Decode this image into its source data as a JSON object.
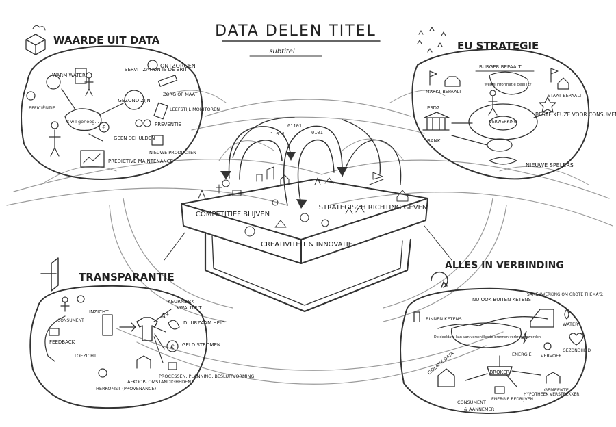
{
  "header": {
    "title": "DATA DELEN TITEL",
    "subtitle": "subtitel"
  },
  "center": {
    "labels": {
      "competitief": "COMPETITIEF BLIJVEN",
      "strategisch": "STRATEGISCH RICHTING GEVEN",
      "creativiteit": "CREATIVITEIT & INNOVATIE"
    }
  },
  "waarde": {
    "title": "WAARDE UIT DATA",
    "warm_water": "WARM WATER",
    "servitization": "SERVITIZATION IS DE BRIT",
    "ontzorgen": "ONTZORGEN",
    "zorg": "ZORG OP MAAT",
    "gezond": "GEZOND ZIJN",
    "efficientie": "EFFICIËNTIE",
    "ik_wil": "ik wil genoeg...",
    "leefstijl": "LEEFSTIJL MONITOREN",
    "preventie": "PREVENTIE",
    "geen_schulden": "GEEN SCHULDEN",
    "nieuwe_producten": "NIEUWE PRODUCTEN",
    "predictive": "PREDICTIVE MAINTENANCE"
  },
  "eu": {
    "title": "EU STRATEGIE",
    "burger": "BURGER BEPAALT",
    "markt": "MARKT BEPAALT",
    "staat": "STAAT BEPAALT",
    "burger_quote": "Welke informatie deel ik?",
    "psd2": "PSD2",
    "bank": "BANK",
    "verwerking": "VERWERKING",
    "beste_keuze": "BESTE KEUZE VOOR CONSUMENT!",
    "nieuwe_spelers": "NIEUWE SPELERS"
  },
  "transparantie": {
    "title": "TRANSPARANTIE",
    "consument": "CONSUMENT",
    "inzicht": "INZICHT",
    "feedback": "FEEDBACK",
    "toezicht": "TOEZICHT",
    "keurmerk": "KEURMERK",
    "kwaliteit": "KWALITEIT",
    "duurzaamheid": "DUURZAAM HEID",
    "geldstromen": "GELD STROMEN",
    "processen": "PROCESSEN, PLANNING, BESLUITVORMING",
    "herkomst": "HERKOMST (PROVENANCE)",
    "afkoop": "AFKOOP- OMSTANDIGHEDEN"
  },
  "verbinding": {
    "title": "ALLES IN VERBINDING",
    "nu_ook": "NU OOK BUITEN KETENS!",
    "samenwerking": "SAMENWERKING OM GROTE THEMA'S:",
    "binnen": "BINNEN KETENS",
    "water": "WATER",
    "quote": "De deeldata kan van verschillende bronnen verkregen worden",
    "energie": "ENERGIE",
    "gezondheid": "GEZONDHEID",
    "vervoer": "VERVOER",
    "isolatie": "ISOLATIE DATA",
    "broker": "BROKER",
    "gemeente": "GEMEENTE",
    "consument": "CONSUMENT",
    "energiebedrijven": "ENERGIE BEDRIJVEN",
    "aannemer": "& AANNEMER",
    "hypotheekverstrekker": "HYPOTHEEK VERSTREKKER"
  }
}
